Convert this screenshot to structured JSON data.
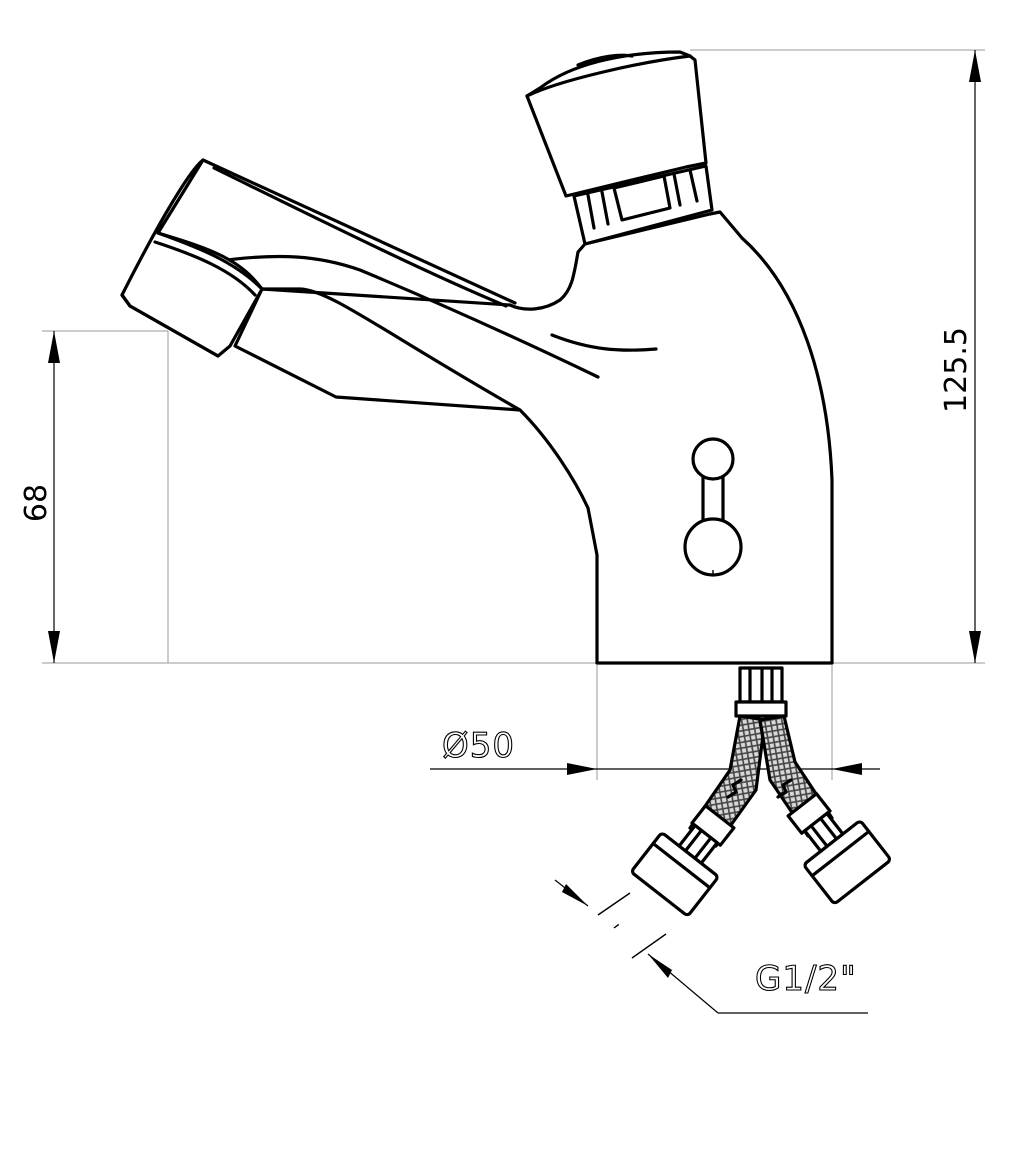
{
  "dimensions": {
    "total_height": "125.5",
    "spout_height": "68",
    "base_diameter": "Ø50",
    "thread": "G1/2\""
  },
  "colors": {
    "line": "#000000",
    "extension": "#9a9a9a",
    "background": "#ffffff"
  }
}
